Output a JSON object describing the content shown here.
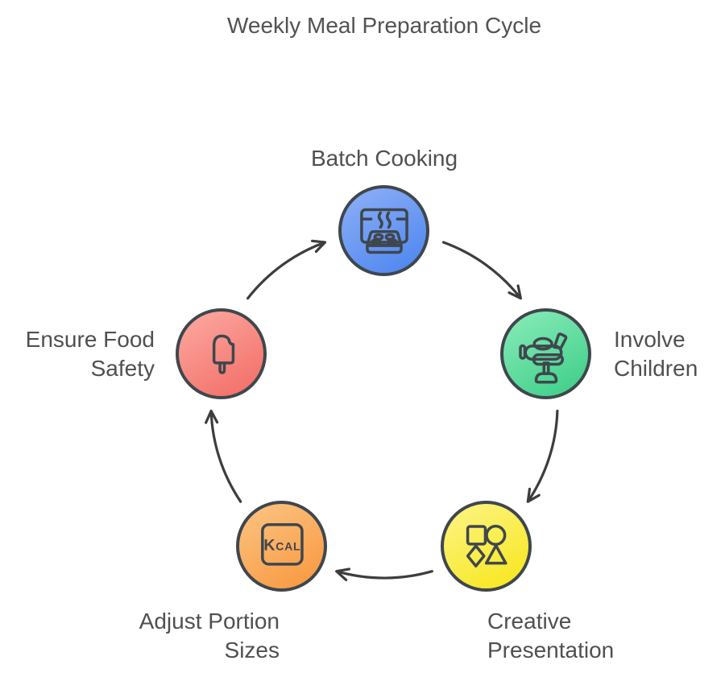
{
  "title": "Weekly Meal Preparation Cycle",
  "diagram_type": "cycle",
  "nodes": [
    {
      "id": "batch-cooking",
      "label": "Batch Cooking",
      "icon": "oven-baking-tray-icon",
      "color_top": "#8FB0F7",
      "color_bottom": "#4A84EF"
    },
    {
      "id": "involve-children",
      "label": "Involve\nChildren",
      "icon": "toy-airplane-icon",
      "color_top": "#8AECBA",
      "color_bottom": "#3BCD86"
    },
    {
      "id": "creative-presentation",
      "label": "Creative\nPresentation",
      "icon": "shapes-icon",
      "color_top": "#FDF487",
      "color_bottom": "#F7E617"
    },
    {
      "id": "adjust-portion-sizes",
      "label": "Adjust Portion\nSizes",
      "icon": "kcal-icon",
      "icon_label": "Kcal",
      "color_top": "#FCC584",
      "color_bottom": "#F8963C"
    },
    {
      "id": "ensure-food-safety",
      "label": "Ensure Food\nSafety",
      "icon": "popsicle-icon",
      "color_top": "#FCAAA3",
      "color_bottom": "#F26B64"
    }
  ],
  "style": {
    "outline_color": "#3F474D",
    "arrow_color": "#3D3D3D",
    "text_color": "#505050",
    "background": "#FFFFFF"
  }
}
